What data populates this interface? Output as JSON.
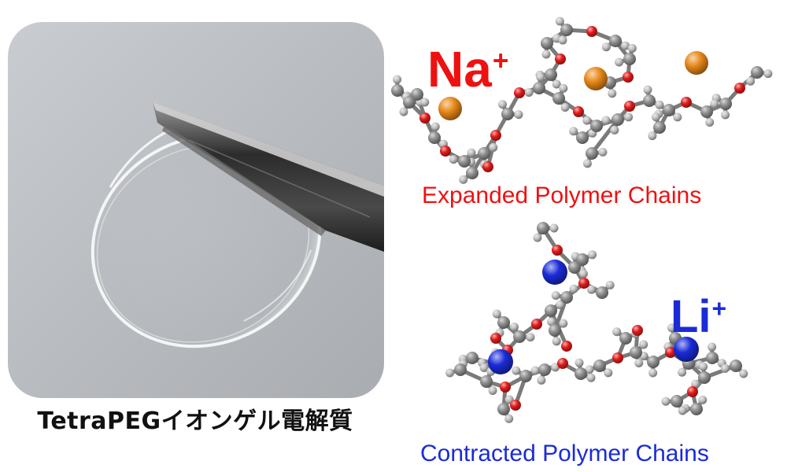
{
  "photo": {
    "caption": "TetraPEGイオンゲル電解質"
  },
  "expanded": {
    "ion_symbol": "Na",
    "ion_charge": "+",
    "caption": "Expanded Polymer Chains"
  },
  "contracted": {
    "ion_symbol": "Li",
    "ion_charge": "+",
    "caption": "Contracted Polymer Chains"
  },
  "colors": {
    "sodium_text": "#ee1111",
    "lithium_text": "#1a2bd8",
    "sodium_atom": "#e8891a",
    "lithium_atom": "#1a2bd8",
    "oxygen_atom": "#e21b1b",
    "carbon_atom": "#8f8f8f",
    "hydrogen_atom": "#c4c4c4",
    "photo_background": "#bfc2c6"
  }
}
